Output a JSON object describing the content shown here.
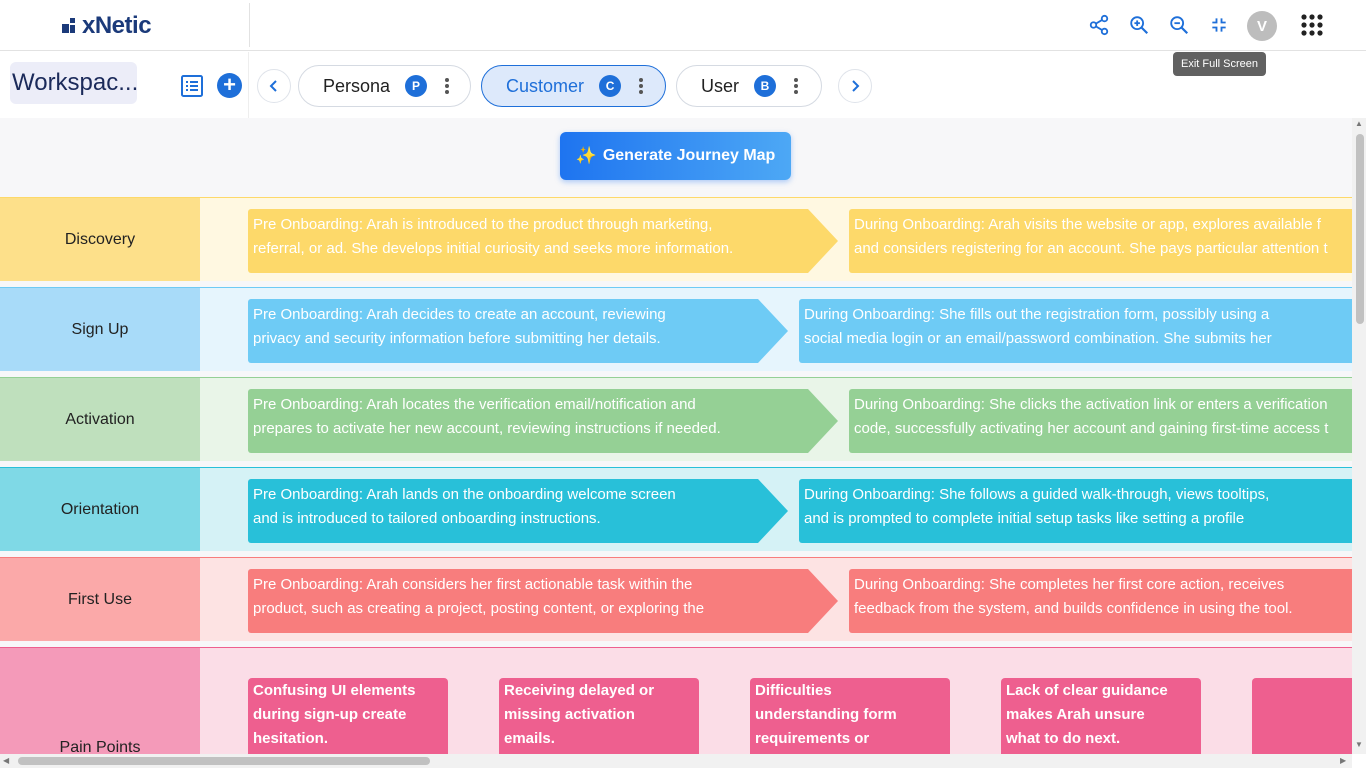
{
  "app": {
    "logo_text": "xNetic",
    "brand_color": "#1e6fd9",
    "avatar_initial": "V",
    "tooltip": "Exit Full Screen"
  },
  "header": {
    "icons": [
      "share-icon",
      "zoom-in-icon",
      "zoom-out-icon",
      "exit-fullscreen-icon",
      "apps-grid-icon"
    ]
  },
  "workspace": {
    "name": "Workspac...",
    "icons": [
      "list-icon",
      "add-icon"
    ]
  },
  "tabs": [
    {
      "label": "Persona",
      "badge": "P",
      "active": false
    },
    {
      "label": "Customer",
      "badge": "C",
      "active": true
    },
    {
      "label": "User",
      "badge": "B",
      "active": false
    }
  ],
  "generate_button": {
    "label": "Generate Journey Map",
    "icon": "sparkles-icon"
  },
  "stages": [
    {
      "label": "Discovery",
      "label_bg": "#fde08a",
      "band_bg": "#fff8e1",
      "card_color": "#fdd96a",
      "cards": [
        {
          "lines": [
            "Pre Onboarding: Arah is introduced to the product through marketing,",
            "referral, or ad. She develops initial curiosity and seeks more information."
          ]
        },
        {
          "lines": [
            "During Onboarding: Arah visits the website or app, explores available f",
            "and considers registering for an account. She pays particular attention t"
          ]
        }
      ]
    },
    {
      "label": "Sign Up",
      "label_bg": "#a8dbf9",
      "band_bg": "#e6f5fd",
      "card_color": "#6ecbf5",
      "cards": [
        {
          "lines": [
            "Pre Onboarding: Arah decides to create an account, reviewing",
            "privacy and security information before submitting her details."
          ]
        },
        {
          "lines": [
            "During Onboarding: She fills out the registration form, possibly using a",
            "social media login or an email/password combination. She submits her"
          ]
        }
      ]
    },
    {
      "label": "Activation",
      "label_bg": "#bfe0bd",
      "band_bg": "#e9f5e8",
      "card_color": "#95d095",
      "cards": [
        {
          "lines": [
            "Pre Onboarding: Arah locates the verification email/notification and",
            "prepares to activate her new account, reviewing instructions if needed."
          ]
        },
        {
          "lines": [
            "During Onboarding: She clicks the activation link or enters a verification",
            "code, successfully activating her account and gaining first-time access t"
          ]
        }
      ]
    },
    {
      "label": "Orientation",
      "label_bg": "#7fd9e6",
      "band_bg": "#d5f2f6",
      "card_color": "#28c0d9",
      "cards": [
        {
          "lines": [
            "Pre Onboarding: Arah lands on the onboarding welcome screen",
            "and is introduced to tailored onboarding instructions."
          ]
        },
        {
          "lines": [
            "During Onboarding: She follows a guided walk-through, views tooltips,",
            "and is prompted to complete initial setup tasks like setting a profile"
          ]
        }
      ]
    },
    {
      "label": "First Use",
      "label_bg": "#fba9a9",
      "band_bg": "#fde3e3",
      "card_color": "#f87d7d",
      "cards": [
        {
          "lines": [
            "Pre Onboarding: Arah considers her first actionable task within the",
            "product, such as creating a project, posting content, or exploring the"
          ]
        },
        {
          "lines": [
            "During Onboarding: She completes her first core action, receives",
            "feedback from the system, and builds confidence in using the tool."
          ]
        }
      ]
    }
  ],
  "pain_points": {
    "label": "Pain Points",
    "label_bg": "#f49ab9",
    "band_bg": "#fbdde7",
    "card_color": "#ee5f8f",
    "cards": [
      {
        "lines": [
          "Confusing UI elements",
          "during sign-up create",
          "hesitation."
        ]
      },
      {
        "lines": [
          "Receiving delayed or",
          "missing activation",
          "emails."
        ]
      },
      {
        "lines": [
          "Difficulties",
          "understanding form",
          "requirements or"
        ]
      },
      {
        "lines": [
          "Lack of clear guidance",
          "makes Arah unsure",
          "what to do next."
        ]
      },
      {
        "lines": []
      }
    ]
  }
}
